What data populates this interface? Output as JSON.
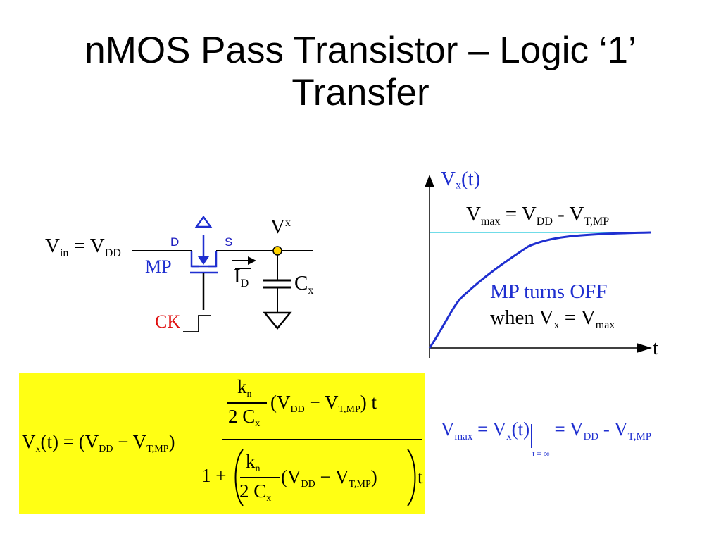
{
  "title": {
    "line1": "nMOS Pass Transistor – Logic ‘1’",
    "line2": "Transfer"
  },
  "circuit": {
    "vin": "V",
    "vin_sub": "in",
    "vin_eq": " = V",
    "vin_eq_sub": "DD",
    "pin_d": "D",
    "pin_s": "S",
    "mp": "MP",
    "vx": "V",
    "vx_sub": "x",
    "id": "I",
    "id_sub": "D",
    "cx": "C",
    "cx_sub": "x",
    "ck": "CK"
  },
  "plot": {
    "ylabel": "V",
    "ylabel_sub": "x",
    "ylabel_tail": "(t)",
    "xlabel": "t",
    "vmax_label": "V",
    "vmax_sub": "max",
    "vmax_mid": " = V",
    "vmax_mid_sub": "DD",
    "vmax_tail": " - V",
    "vmax_tail_sub": "T,MP",
    "note_line1": "MP turns OFF",
    "note_line2_a": "when V",
    "note_line2_sub": "x",
    "note_line2_b": " = V",
    "note_line2_sub2": "max"
  },
  "formula": {
    "lhs": "V",
    "lhs_sub": "x",
    "lhs_tail": "(t) = (V",
    "dd": "DD",
    "minus": " − V",
    "tmp": "T,MP",
    "close": ")",
    "kn": "k",
    "kn_sub": "n",
    "two_c": "2 C",
    "two_c_sub": "x",
    "num_body_a": "(V",
    "num_body_b": ") t",
    "one_plus": "1 + ",
    "den_t": "t"
  },
  "vmax_eq": {
    "v": "V",
    "max": "max",
    "eq1": " = V",
    "x": "x",
    "t_paren": "(t)",
    "eval_sub": "t = ∞",
    "eq2": " = V",
    "dd": "DD",
    "dash": " - V",
    "tmp": "T,MP"
  }
}
